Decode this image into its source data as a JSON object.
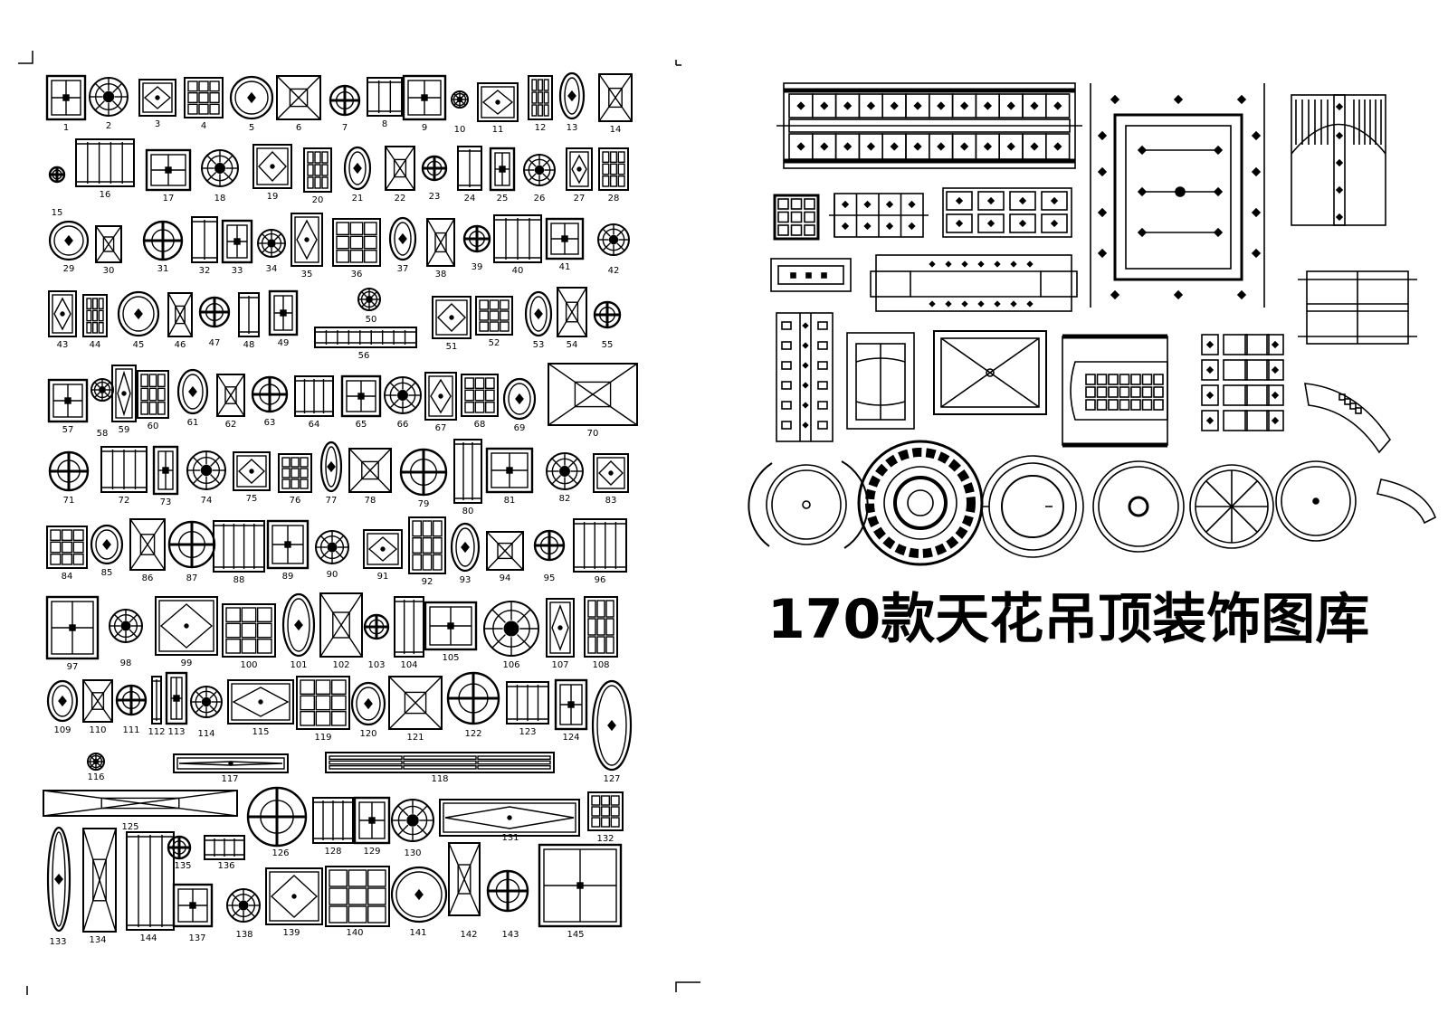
{
  "title": "170款天花吊顶装饰图库",
  "left_sheet": {
    "items": [
      {
        "label": "1"
      },
      {
        "label": "2"
      },
      {
        "label": "3"
      },
      {
        "label": "4"
      },
      {
        "label": "5"
      },
      {
        "label": "6"
      },
      {
        "label": "7"
      },
      {
        "label": "8"
      },
      {
        "label": "9"
      },
      {
        "label": "10"
      },
      {
        "label": "11"
      },
      {
        "label": "12"
      },
      {
        "label": "13"
      },
      {
        "label": "14"
      },
      {
        "label": "15"
      },
      {
        "label": "16"
      },
      {
        "label": "17"
      },
      {
        "label": "18"
      },
      {
        "label": "19"
      },
      {
        "label": "20"
      },
      {
        "label": "21"
      },
      {
        "label": "22"
      },
      {
        "label": "23"
      },
      {
        "label": "24"
      },
      {
        "label": "25"
      },
      {
        "label": "26"
      },
      {
        "label": "27"
      },
      {
        "label": "28"
      },
      {
        "label": "29"
      },
      {
        "label": "30"
      },
      {
        "label": "31"
      },
      {
        "label": "32"
      },
      {
        "label": "33"
      },
      {
        "label": "34"
      },
      {
        "label": "35"
      },
      {
        "label": "36"
      },
      {
        "label": "37"
      },
      {
        "label": "38"
      },
      {
        "label": "39"
      },
      {
        "label": "40"
      },
      {
        "label": "41"
      },
      {
        "label": "42"
      },
      {
        "label": "43"
      },
      {
        "label": "44"
      },
      {
        "label": "45"
      },
      {
        "label": "46"
      },
      {
        "label": "47"
      },
      {
        "label": "48"
      },
      {
        "label": "49"
      },
      {
        "label": "50"
      },
      {
        "label": "51"
      },
      {
        "label": "52"
      },
      {
        "label": "53"
      },
      {
        "label": "54"
      },
      {
        "label": "55"
      },
      {
        "label": "56"
      },
      {
        "label": "57"
      },
      {
        "label": "58"
      },
      {
        "label": "59"
      },
      {
        "label": "60"
      },
      {
        "label": "61"
      },
      {
        "label": "62"
      },
      {
        "label": "63"
      },
      {
        "label": "64"
      },
      {
        "label": "65"
      },
      {
        "label": "66"
      },
      {
        "label": "67"
      },
      {
        "label": "68"
      },
      {
        "label": "69"
      },
      {
        "label": "70"
      },
      {
        "label": "71"
      },
      {
        "label": "72"
      },
      {
        "label": "73"
      },
      {
        "label": "74"
      },
      {
        "label": "75"
      },
      {
        "label": "76"
      },
      {
        "label": "77"
      },
      {
        "label": "78"
      },
      {
        "label": "79"
      },
      {
        "label": "80"
      },
      {
        "label": "81"
      },
      {
        "label": "82"
      },
      {
        "label": "83"
      },
      {
        "label": "84"
      },
      {
        "label": "85"
      },
      {
        "label": "86"
      },
      {
        "label": "87"
      },
      {
        "label": "88"
      },
      {
        "label": "89"
      },
      {
        "label": "90"
      },
      {
        "label": "91"
      },
      {
        "label": "92"
      },
      {
        "label": "93"
      },
      {
        "label": "94"
      },
      {
        "label": "95"
      },
      {
        "label": "96"
      },
      {
        "label": "97"
      },
      {
        "label": "98"
      },
      {
        "label": "99"
      },
      {
        "label": "100"
      },
      {
        "label": "101"
      },
      {
        "label": "102"
      },
      {
        "label": "103"
      },
      {
        "label": "104"
      },
      {
        "label": "105"
      },
      {
        "label": "106"
      },
      {
        "label": "107"
      },
      {
        "label": "108"
      },
      {
        "label": "109"
      },
      {
        "label": "110"
      },
      {
        "label": "111"
      },
      {
        "label": "112"
      },
      {
        "label": "113"
      },
      {
        "label": "114"
      },
      {
        "label": "115"
      },
      {
        "label": "119"
      },
      {
        "label": "120"
      },
      {
        "label": "121"
      },
      {
        "label": "122"
      },
      {
        "label": "123"
      },
      {
        "label": "124"
      },
      {
        "label": "116"
      },
      {
        "label": "117"
      },
      {
        "label": "118"
      },
      {
        "label": "127"
      },
      {
        "label": "125"
      },
      {
        "label": "126"
      },
      {
        "label": "128"
      },
      {
        "label": "129"
      },
      {
        "label": "130"
      },
      {
        "label": "131"
      },
      {
        "label": "132"
      },
      {
        "label": "133"
      },
      {
        "label": "134"
      },
      {
        "label": "135"
      },
      {
        "label": "136"
      },
      {
        "label": "137"
      },
      {
        "label": "138"
      },
      {
        "label": "139"
      },
      {
        "label": "140"
      },
      {
        "label": "141"
      },
      {
        "label": "142"
      },
      {
        "label": "143"
      },
      {
        "label": "144"
      },
      {
        "label": "145"
      }
    ]
  }
}
